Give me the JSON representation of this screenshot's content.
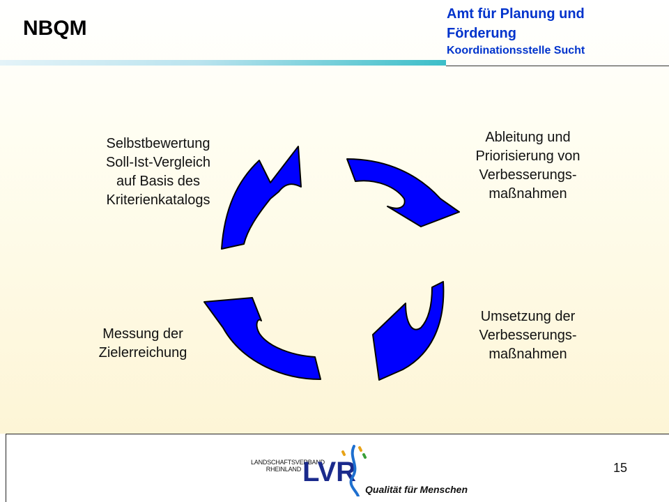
{
  "header": {
    "title": "NBQM",
    "org_title": "Amt für Planung und Förderung",
    "org_subtitle": "Koordinationsstelle Sucht"
  },
  "cycle": {
    "arrow_color": "#0000ff",
    "steps": [
      {
        "label": "Selbstbewertung\nSoll-Ist-Vergleich\nauf Basis des\nKriterienkatalogs"
      },
      {
        "label": "Ableitung und\nPriorisierung von\nVerbesserungs-\nmaßnahmen"
      },
      {
        "label": "Umsetzung der\nVerbesserungs-\nmaßnahmen"
      },
      {
        "label": "Messung der\nZielerreichung"
      }
    ]
  },
  "footer": {
    "logo_side_text": "LANDSCHAFTSVERBAND RHEINLAND",
    "logo_text": "LVR",
    "tagline": "Qualität für Menschen",
    "page_number": "15"
  }
}
